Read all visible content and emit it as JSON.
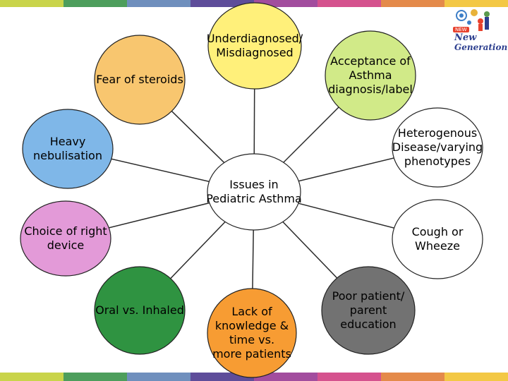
{
  "colors": {
    "stripe": [
      "#c9d44a",
      "#4d9e5c",
      "#6f8fbd",
      "#5e4d9a",
      "#a24d9e",
      "#d5528e",
      "#e48a4a",
      "#f3c845"
    ],
    "line": "#2a2a2a"
  },
  "center": {
    "text": "Issues in\nPediatric Asthma",
    "fill": "#ffffff"
  },
  "nodes": [
    {
      "id": "fear-of-steroids",
      "text": "Fear of steroids",
      "fill": "#f8c66f"
    },
    {
      "id": "underdiagnosed",
      "text": "Underdiagnosed/\nMisdiagnosed",
      "fill": "#fff07a"
    },
    {
      "id": "acceptance",
      "text": "Acceptance of\nAsthma\ndiagnosis/label",
      "fill": "#d1ea88"
    },
    {
      "id": "heavy-nebulisation",
      "text": "Heavy\nnebulisation",
      "fill": "#7fb7e8"
    },
    {
      "id": "heterogenous",
      "text": "Heterogenous\nDisease/varying\nphenotypes",
      "fill": "#ffffff"
    },
    {
      "id": "choice-of-device",
      "text": "Choice of right\ndevice",
      "fill": "#e39ad8"
    },
    {
      "id": "cough-or-wheeze",
      "text": "Cough or\nWheeze",
      "fill": "#ffffff"
    },
    {
      "id": "oral-vs-inhaled",
      "text": "Oral vs. Inhaled",
      "fill": "#2f9341"
    },
    {
      "id": "lack-of-knowledge",
      "text": "Lack of\nknowledge &\ntime vs.\nmore patients",
      "fill": "#f79c33"
    },
    {
      "id": "poor-education",
      "text": "Poor patient/\nparent\neducation",
      "fill": "#727272"
    }
  ],
  "logo": {
    "top": "NEW",
    "line1": "New",
    "line2": "Generation"
  }
}
